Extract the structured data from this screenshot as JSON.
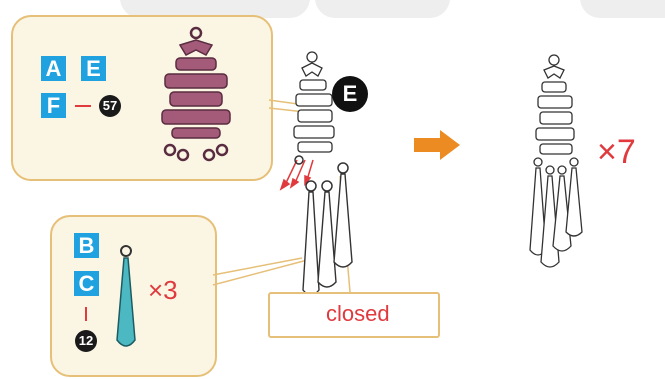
{
  "header": {
    "tabs": [
      "",
      "",
      ""
    ]
  },
  "step_top": {
    "letters": [
      "A",
      "E",
      "F"
    ],
    "part_number": "57"
  },
  "step_bottom": {
    "letters": [
      "B",
      "C"
    ],
    "part_number": "12",
    "multiplier": "×3"
  },
  "marker": {
    "letter": "E"
  },
  "closed_label": "closed",
  "result_multiplier": "×7",
  "colors": {
    "letter_blue": "#1fa2df",
    "charm_purple": "#a45b7a",
    "drop_teal": "#4cb8c2",
    "arrow_orange": "#ec8b22",
    "accent_red": "#e03a3e",
    "panel_fill": "#fbf6e4",
    "panel_border": "#e6bf78"
  },
  "icons": [
    "double-happiness-charm-icon",
    "teardrop-pendant-icon",
    "closed-jump-ring-icon",
    "orange-arrow-icon",
    "assembled-ornament-icon"
  ]
}
